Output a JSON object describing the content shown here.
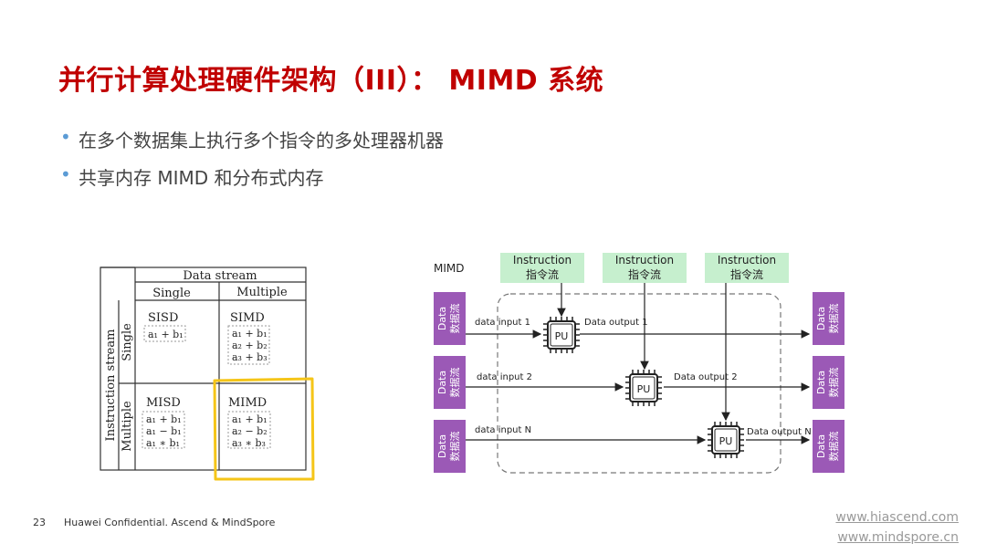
{
  "slide": {
    "title": "并行计算处理硬件架构（III）： MIMD 系统",
    "bullets": [
      "在多个数据集上执行多个指令的多处理器机器",
      "共享内存 MIMD 和分布式内存"
    ],
    "page_number": "23",
    "footer_text": "Huawei Confidential. Ascend & MindSpore",
    "links": [
      "www.hiascend.com",
      "www.mindspore.cn"
    ]
  },
  "taxonomy": {
    "data_stream_label": "Data stream",
    "instruction_stream_label": "Instruction stream",
    "col_single": "Single",
    "col_multiple": "Multiple",
    "row_single": "Single",
    "row_multiple": "Multiple",
    "sisd": {
      "name": "SISD",
      "ops": [
        "a₁ + b₁"
      ]
    },
    "simd": {
      "name": "SIMD",
      "ops": [
        "a₁ + b₁",
        "a₂ + b₂",
        "a₃ + b₃"
      ]
    },
    "misd": {
      "name": "MISD",
      "ops": [
        "a₁ + b₁",
        "a₁ − b₁",
        "a₁ ∗ b₁"
      ]
    },
    "mimd": {
      "name": "MIMD",
      "ops": [
        "a₁ + b₁",
        "a₂ − b₂",
        "a₃ ∗ b₃"
      ]
    },
    "highlight_color": "#f5c518"
  },
  "mimd_diagram": {
    "label": "MIMD",
    "instructions": [
      {
        "line1": "Instruction",
        "line2": "指令流"
      },
      {
        "line1": "Instruction",
        "line2": "指令流"
      },
      {
        "line1": "Instruction",
        "line2": "指令流"
      }
    ],
    "data_left": [
      {
        "line1": "Data",
        "line2": "数据流"
      },
      {
        "line1": "Data",
        "line2": "数据流"
      },
      {
        "line1": "Data",
        "line2": "数据流"
      }
    ],
    "data_right": [
      {
        "line1": "Data",
        "line2": "数据流"
      },
      {
        "line1": "Data",
        "line2": "数据流"
      },
      {
        "line1": "Data",
        "line2": "数据流"
      }
    ],
    "pu_label": "PU",
    "inputs": [
      "data input 1",
      "data input 2",
      "data input N"
    ],
    "outputs": [
      "Data output  1",
      "Data output 2",
      "Data output N"
    ],
    "colors": {
      "instruction_bg": "#c6efce",
      "data_bg": "#9b59b6"
    }
  }
}
